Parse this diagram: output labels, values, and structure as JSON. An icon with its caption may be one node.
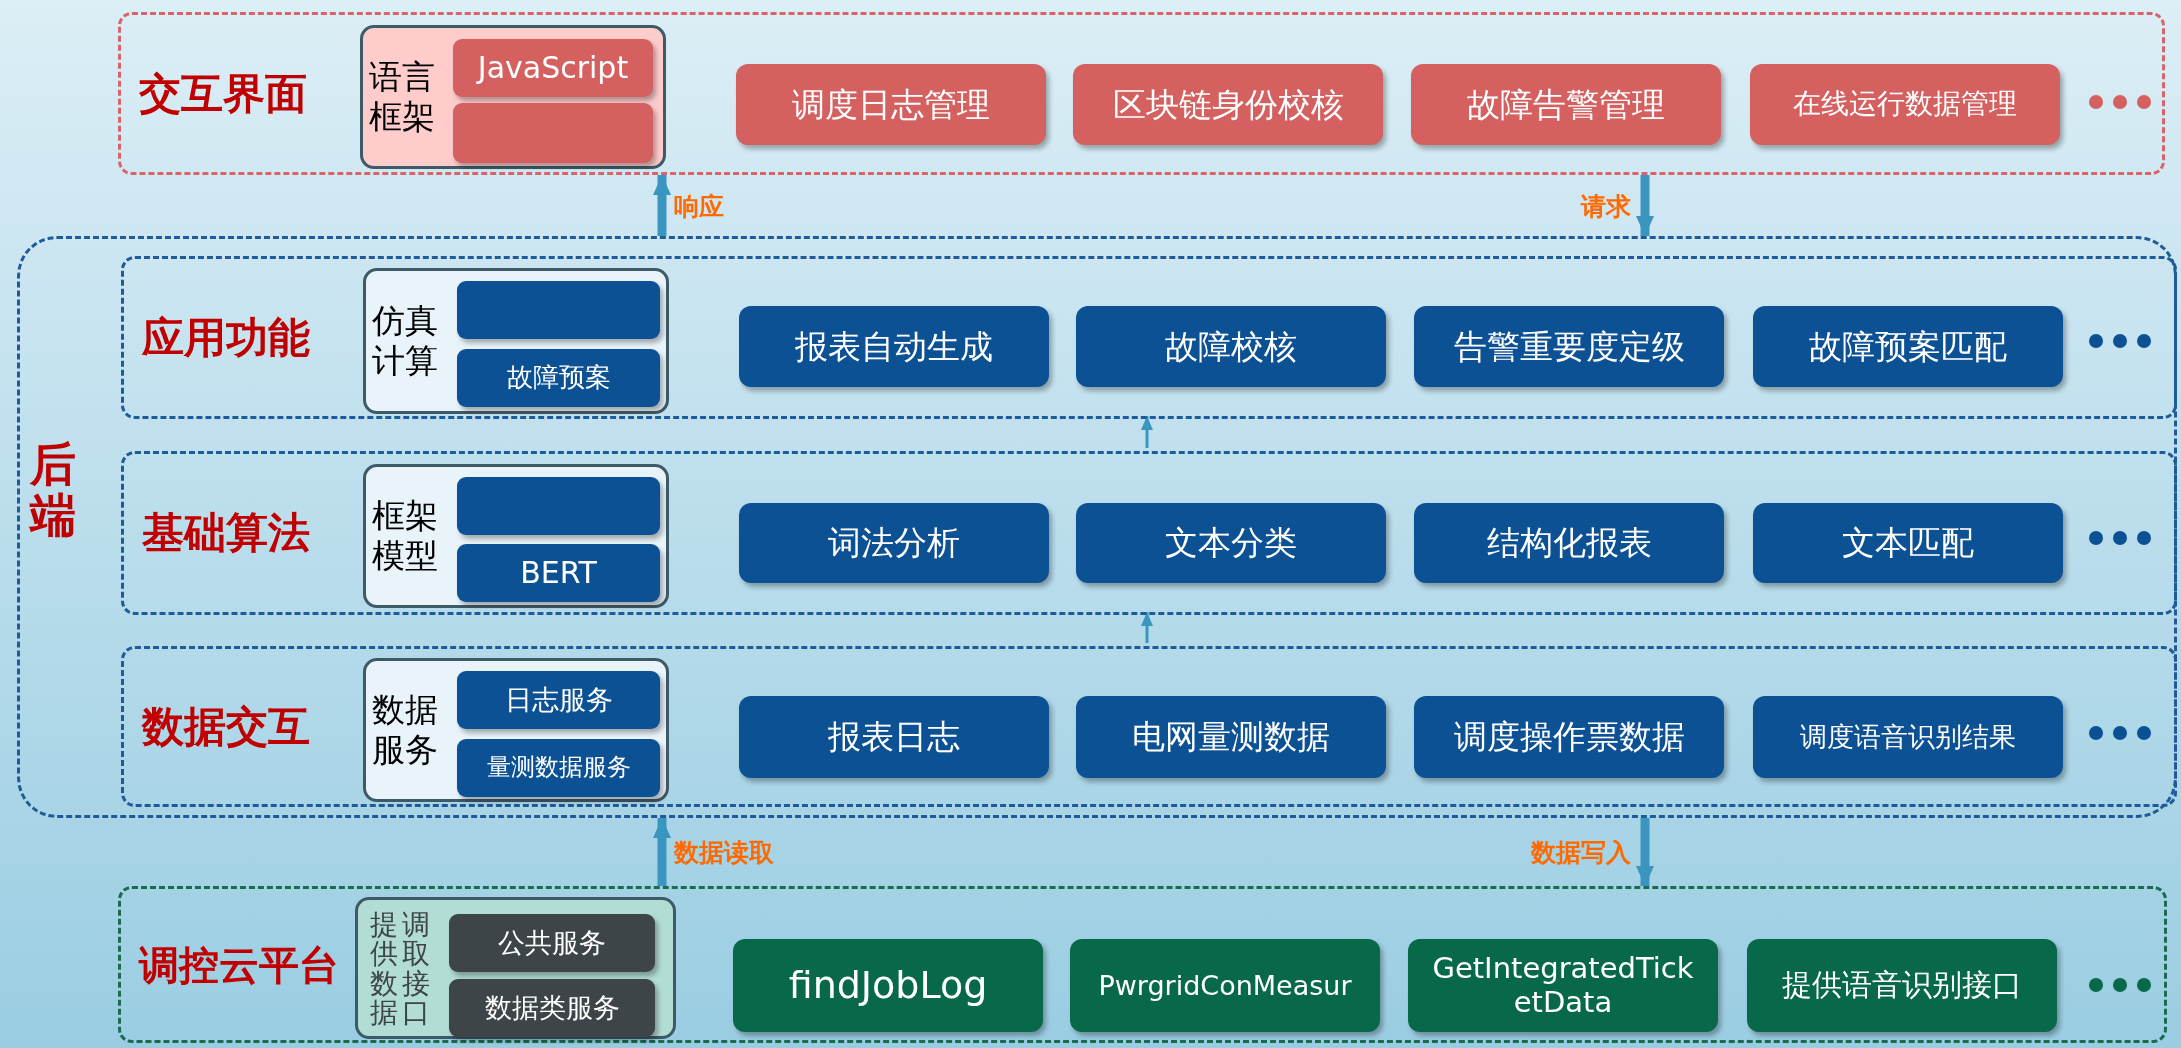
{
  "diagram": {
    "nodes": [
      {
        "text": [
          "交互界面"
        ]
      },
      {
        "text": [
          "语言框架"
        ],
        "in": 0
      },
      {
        "text": [
          "JavaScript"
        ],
        "in": 1
      },
      {
        "text": [],
        "shape": "box",
        "in": 1
      },
      {
        "text": [
          "调度日志管理"
        ],
        "in": 0
      },
      {
        "text": [
          "区块链身份校核"
        ],
        "in": 0
      },
      {
        "text": [
          "故障告警管理"
        ],
        "in": 0
      },
      {
        "text": [
          "在线运行数据管理"
        ],
        "in": 0
      },
      {
        "text": [
          "后端"
        ]
      },
      {
        "text": [
          "应用功能"
        ],
        "in": 8
      },
      {
        "text": [
          "仿真计算"
        ],
        "in": 9
      },
      {
        "text": [],
        "shape": "box",
        "in": 10
      },
      {
        "text": [
          "故障预案"
        ],
        "in": 10
      },
      {
        "text": [
          "报表自动生成"
        ],
        "in": 9
      },
      {
        "text": [
          "故障校核"
        ],
        "in": 9
      },
      {
        "text": [
          "告警重要度定级"
        ],
        "in": 9
      },
      {
        "text": [
          "故障预案匹配"
        ],
        "in": 9
      },
      {
        "text": [
          "基础算法"
        ],
        "in": 8
      },
      {
        "text": [
          "框架模型"
        ],
        "in": 17
      },
      {
        "text": [],
        "shape": "box",
        "in": 18
      },
      {
        "text": [
          "BERT"
        ],
        "in": 18
      },
      {
        "text": [
          "词法分析"
        ],
        "in": 17
      },
      {
        "text": [
          "文本分类"
        ],
        "in": 17
      },
      {
        "text": [
          "结构化报表"
        ],
        "in": 17
      },
      {
        "text": [
          "文本匹配"
        ],
        "in": 17
      },
      {
        "text": [
          "数据交互"
        ],
        "in": 8
      },
      {
        "text": [
          "数据服务"
        ],
        "in": 25
      },
      {
        "text": [
          "日志服务"
        ],
        "in": 26
      },
      {
        "text": [
          "量测数据服务"
        ],
        "in": 26
      },
      {
        "text": [
          "报表日志"
        ],
        "in": 25
      },
      {
        "text": [
          "电网量测数据"
        ],
        "in": 25
      },
      {
        "text": [
          "调度操作票数据"
        ],
        "in": 25
      },
      {
        "text": [
          "调度语音识别结果"
        ],
        "in": 25
      },
      {
        "text": [
          "调控云平台"
        ]
      },
      {
        "text": [
          "提供数据",
          "调取接口"
        ],
        "in": 33
      },
      {
        "text": [
          "公共服务"
        ],
        "in": 34
      },
      {
        "text": [
          "数据类服务"
        ],
        "in": 34
      },
      {
        "text": [
          "findJobLog"
        ],
        "in": 33
      },
      {
        "text": [
          "PwrgridConMeasur"
        ],
        "in": 33
      },
      {
        "text": [
          "GetIntegratedTicketData"
        ],
        "in": 33
      },
      {
        "text": [
          "提供语音识别接口"
        ],
        "in": 33
      }
    ],
    "edges": [
      {
        "from": 8,
        "to": 0,
        "arrow": "to",
        "label": "响应"
      },
      {
        "from": 0,
        "to": 8,
        "arrow": "to",
        "label": "请求"
      },
      {
        "from": 17,
        "to": 9,
        "arrow": "to"
      },
      {
        "from": 25,
        "to": 17,
        "arrow": "to"
      },
      {
        "from": 33,
        "to": 8,
        "arrow": "to",
        "label": "数据读取"
      },
      {
        "from": 8,
        "to": 33,
        "arrow": "to",
        "label": "数据写入"
      }
    ]
  }
}
